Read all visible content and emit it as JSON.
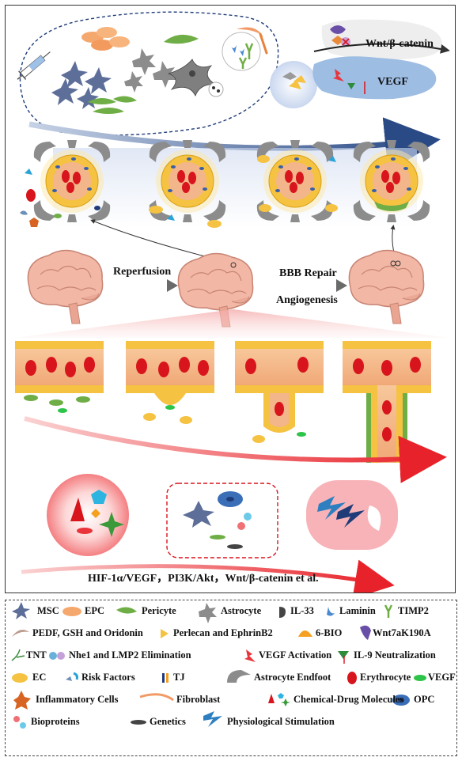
{
  "top": {
    "pathway_wnt": "Wnt/β-catenin",
    "pathway_vegf": "VEGF"
  },
  "middle": {
    "step1": "Reperfusion",
    "step2_line1": "BBB Repair",
    "step2_line2": "Angiogenesis"
  },
  "bottom": {
    "pathways": "HIF-1α/VEGF，PI3K/Akt，Wnt/β-catenin et al."
  },
  "legend": {
    "items": [
      "MSC",
      "EPC",
      "Pericyte",
      "Astrocyte",
      "IL-33",
      "Laminin",
      "TIMP2",
      "PEDF, GSH and Oridonin",
      "Perlecan and EphrinB2",
      "6-BIO",
      "Wnt7aK190A",
      "TNT",
      "Nhe1 and LMP2 Elimination",
      "VEGF Activation",
      "IL-9 Neutralization",
      "EC",
      "Risk Factors",
      "TJ",
      "Astrocyte Endfoot",
      "Erythrocyte",
      "VEGF",
      "Inflammatory Cells",
      "Fibroblast",
      "Chemical-Drug Molecules",
      "OPC",
      "Bioproteins",
      "Genetics",
      "Physiological Stimulation"
    ]
  },
  "colors": {
    "endothelial": "#f5c242",
    "erythrocyte": "#d8141c",
    "pericyte": "#6fae46",
    "astrocyte": "#8c8c8c",
    "vessel_lumen": "#f3b58a",
    "arrow_blue": "#2f4f86",
    "arrow_red": "#e8343a"
  }
}
